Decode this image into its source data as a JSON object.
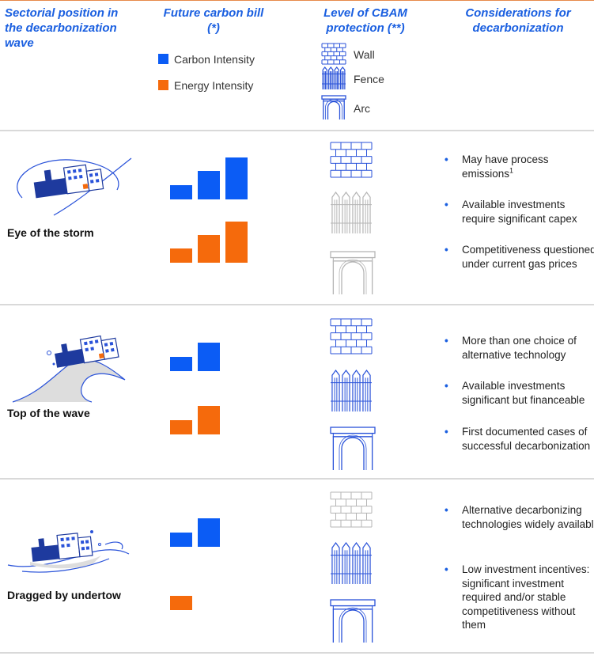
{
  "headers": {
    "col1": "Sectorial position in the decarbonization wave",
    "col2": "Future carbon bill (*)",
    "col3": "Level of CBAM protection (**)",
    "col4": "Considerations for decarbonization"
  },
  "legend": {
    "carbon": {
      "label": "Carbon Intensity",
      "color": "#0b5cf5"
    },
    "energy": {
      "label": "Energy Intensity",
      "color": "#f56a0c"
    }
  },
  "protection_legend": {
    "wall": "Wall",
    "fence": "Fence",
    "arc": "Arc"
  },
  "colors": {
    "active_icon": "#2952d9",
    "inactive_icon": "#b5b5b5",
    "header": "#1a5fe0",
    "divider": "#d9d9d9"
  },
  "rows": [
    {
      "label": "Eye of the storm",
      "illustration": "factory-in-storm",
      "protection": {
        "wall": "active",
        "fence": "inactive",
        "arc": "inactive"
      },
      "considerations": [
        "May have process emissions",
        "Available investments require significant capex",
        "Competitiveness questioned under current gas prices"
      ],
      "footnote_mark": "1"
    },
    {
      "label": "Top of the wave",
      "illustration": "factory-on-wave",
      "protection": {
        "wall": "active",
        "fence": "active",
        "arc": "active"
      },
      "considerations": [
        "More than one choice of alternative technology",
        "Available investments significant but financeable",
        "First documented cases of successful decarbonization"
      ]
    },
    {
      "label": "Dragged by undertow",
      "illustration": "factory-in-undertow",
      "protection": {
        "wall": "inactive",
        "fence": "active",
        "arc": "active"
      },
      "considerations": [
        "Alternative decarbonizing technologies widely available",
        "Low investment incentives: significant investment required and/or stable competitiveness without them"
      ]
    }
  ],
  "chart_data": {
    "type": "bar",
    "note": "Relative levels (no numeric axis shown); small/medium/large steps",
    "series_names": [
      "Carbon Intensity",
      "Energy Intensity"
    ],
    "rows": [
      {
        "label": "Eye of the storm",
        "carbon": [
          1,
          2,
          3
        ],
        "energy": [
          1,
          2,
          3
        ]
      },
      {
        "label": "Top of the wave",
        "carbon": [
          1,
          2
        ],
        "energy": [
          1,
          2
        ]
      },
      {
        "label": "Dragged by undertow",
        "carbon": [
          1,
          2
        ],
        "energy": [
          1
        ]
      }
    ]
  }
}
